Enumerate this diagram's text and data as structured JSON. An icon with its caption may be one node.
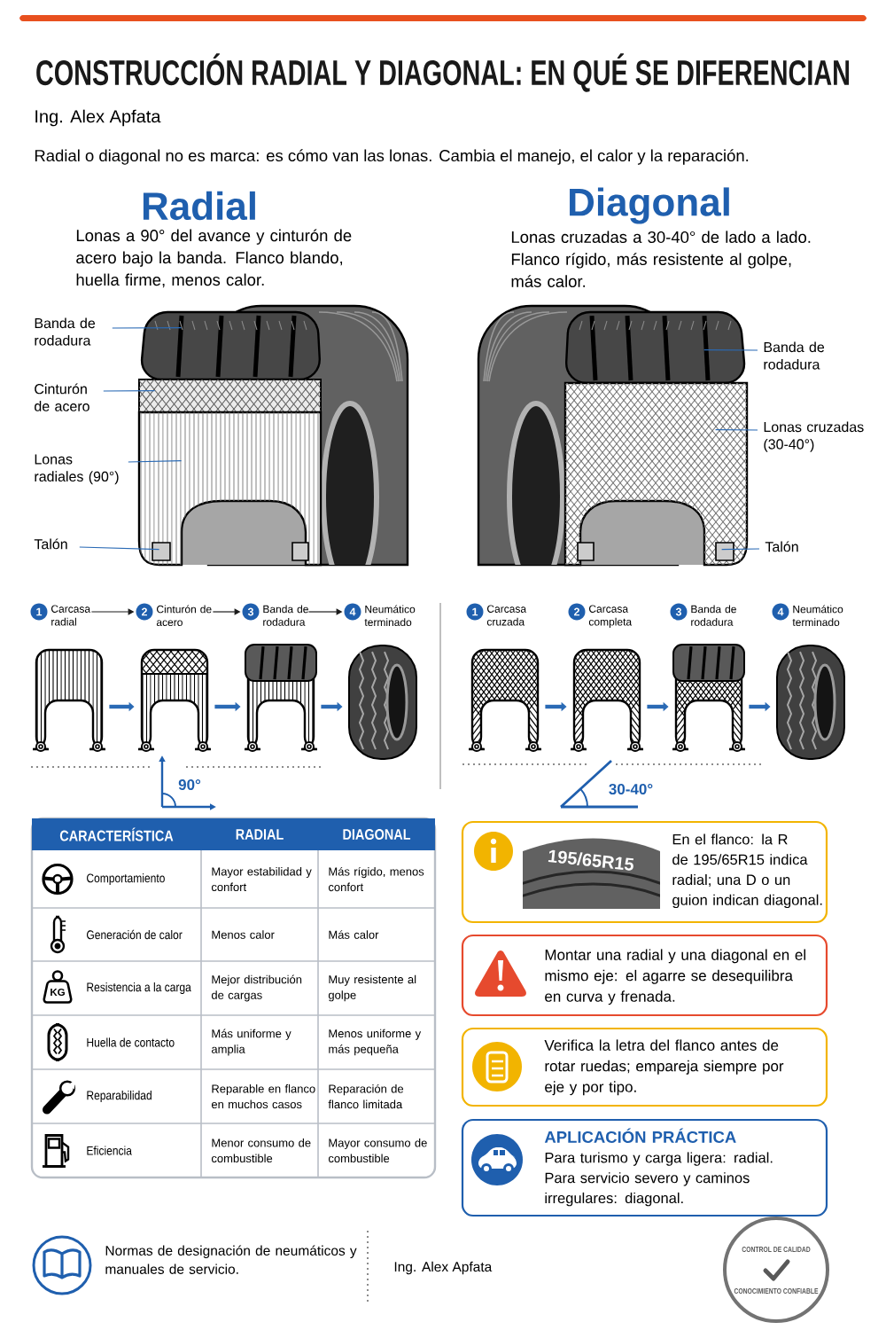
{
  "diagram": {
    "title": "CONSTRUCCIÓN RADIAL Y DIAGONAL: EN QUÉ SE DIFERENCIAN",
    "nodes": [
      {
        "text": [
          "Banda de rodadura"
        ]
      },
      {
        "text": [
          "Cinturón de acero"
        ]
      },
      {
        "text": [
          "Lonas radiales (90°)"
        ]
      },
      {
        "text": [
          "Talón"
        ]
      },
      {
        "text": [
          "Banda de rodadura"
        ]
      },
      {
        "text": [
          "Lonas cruzadas (30-40°)"
        ]
      },
      {
        "text": [
          "Talón"
        ]
      },
      {
        "text": [
          "1",
          "Carcasa radial"
        ]
      },
      {
        "text": [
          "2",
          "Cinturón de acero"
        ]
      },
      {
        "text": [
          "3",
          "Banda de rodadura"
        ]
      },
      {
        "text": [
          "4",
          "Neumático terminado"
        ]
      },
      {
        "text": [
          "1",
          "Carcasa cruzada"
        ]
      },
      {
        "text": [
          "2",
          "Carcasa completa"
        ]
      },
      {
        "text": [
          "3",
          "Banda de rodadura"
        ]
      },
      {
        "text": [
          "4",
          "Neumático terminado"
        ]
      },
      {
        "text": [
          "En el flanco: la R de 195/65R15 indica radial; una D o un guion indican diagonal."
        ]
      },
      {
        "text": [
          "Montar una radial y una diagonal en el mismo eje: el agarre se desequilibra en curva y frenada."
        ]
      },
      {
        "text": [
          "Verifica la letra del flanco antes de rotar ruedas; empareja siempre por eje y por tipo."
        ]
      },
      {
        "text": [
          "APLICACIÓN PRÁCTICA",
          "Para turismo y carga ligera: radial. Para servicio severo y caminos irregulares: diagonal."
        ]
      },
      {
        "text": [],
        "shape": "picture"
      },
      {
        "text": [],
        "shape": "picture"
      }
    ],
    "edges": [
      {
        "from": 0,
        "to": 19,
        "arrow": "none"
      },
      {
        "from": 1,
        "to": 19,
        "arrow": "none"
      },
      {
        "from": 2,
        "to": 19,
        "arrow": "none"
      },
      {
        "from": 3,
        "to": 19,
        "arrow": "none"
      },
      {
        "from": 4,
        "to": 20,
        "arrow": "none"
      },
      {
        "from": 5,
        "to": 20,
        "arrow": "none"
      },
      {
        "from": 6,
        "to": 20,
        "arrow": "none"
      },
      {
        "from": 7,
        "to": 8,
        "arrow": "to",
        "style": "thick"
      },
      {
        "from": 8,
        "to": 9,
        "arrow": "to",
        "style": "thick"
      },
      {
        "from": 9,
        "to": 10,
        "arrow": "to",
        "style": "thick"
      },
      {
        "from": 7,
        "to": 8,
        "arrow": "to",
        "color": "#1a1a1a"
      },
      {
        "from": 8,
        "to": 9,
        "arrow": "to",
        "color": "#1a1a1a"
      },
      {
        "from": 9,
        "to": 10,
        "arrow": "to",
        "color": "#1a1a1a"
      },
      {
        "from": 11,
        "to": 12,
        "arrow": "to",
        "style": "thick"
      },
      {
        "from": 12,
        "to": 13,
        "arrow": "to",
        "style": "thick"
      },
      {
        "from": 13,
        "to": 14,
        "arrow": "to",
        "style": "thick"
      }
    ],
    "labels": [
      "Ing. Alex Apfata",
      "Radial o diagonal no es marca: es cómo van las lonas. Cambia el manejo, el calor y la reparación.",
      "Radial",
      "Lonas a 90° del avance y cinturón de acero bajo la banda. Flanco blando, huella firme, menos calor.",
      "Diagonal",
      "Lonas cruzadas a 30-40° de lado a lado. Flanco rígido, más resistente al golpe, más calor.",
      "90°",
      "30-40°",
      "CARACTERÍSTICA",
      "RADIAL",
      "DIAGONAL",
      "Comportamiento",
      "Mayor estabilidad y confort",
      "Más rígido, menos confort",
      "Generación de calor",
      "Menos calor",
      "Más calor",
      "Resistencia a la carga",
      "Mejor distribución de cargas",
      "Muy resistente al golpe",
      "Huella de contacto",
      "Más uniforme y amplia",
      "Menos uniforme y más pequeña",
      "Reparabilidad",
      "Reparable en flanco en muchos casos",
      "Reparación de flanco limitada",
      "Eficiencia",
      "Menor consumo de combustible",
      "Mayor consumo de combustible",
      "KG",
      "195/65R15",
      "Normas de designación de neumáticos y manuales de servicio.",
      "Ing. Alex Apfata",
      "CONTROL DE CALIDAD",
      "CONOCIMIENTO CONFIABLE"
    ]
  }
}
